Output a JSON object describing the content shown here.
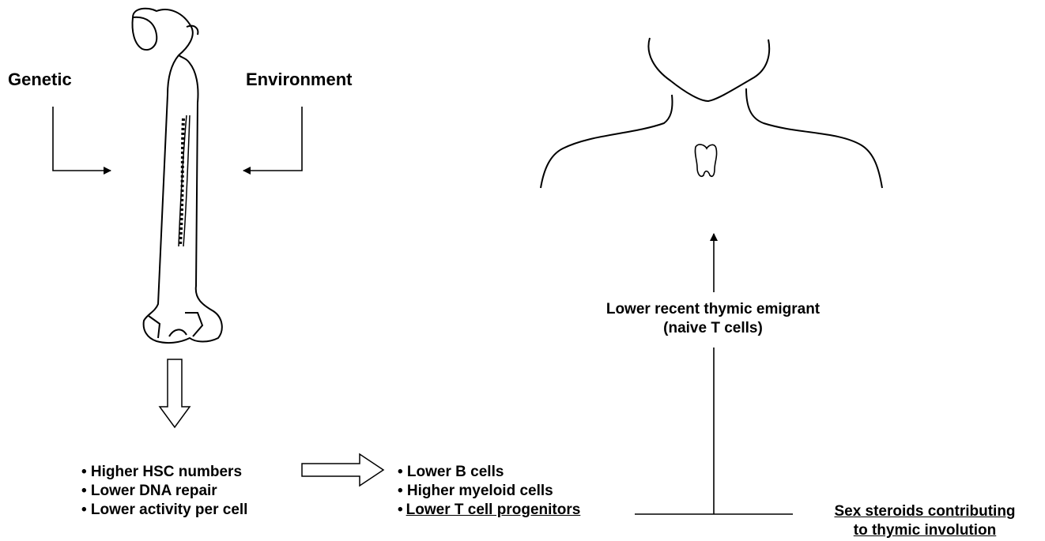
{
  "inputs": {
    "genetic": "Genetic",
    "environment": "Environment"
  },
  "marrow_effects": [
    "• Higher HSC numbers",
    "• Lower DNA repair",
    "• Lower activity per cell"
  ],
  "lineage_effects": [
    "• Lower B cells",
    "• Higher myeloid cells",
    "•"
  ],
  "t_progenitors": "Lower T cell progenitors",
  "thymic_output": [
    "Lower recent thymic emigrant",
    "(naive T cells)"
  ],
  "sex_steroids": [
    "Sex steroids contributing",
    "to thymic involution"
  ]
}
